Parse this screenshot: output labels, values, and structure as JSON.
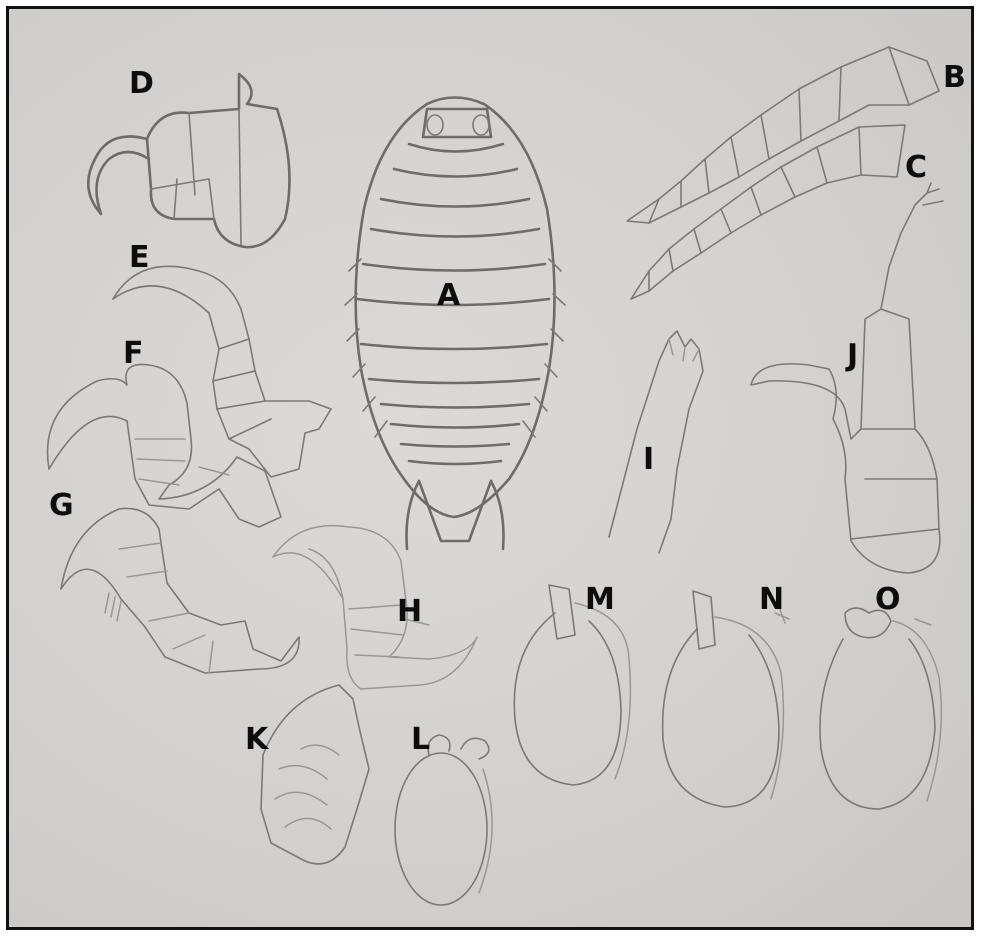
{
  "figure": {
    "labels": {
      "A": "A",
      "B": "B",
      "C": "C",
      "D": "D",
      "E": "E",
      "F": "F",
      "G": "G",
      "H": "H",
      "I": "I",
      "J": "J",
      "K": "K",
      "L": "L",
      "M": "M",
      "N": "N",
      "O": "O"
    }
  }
}
